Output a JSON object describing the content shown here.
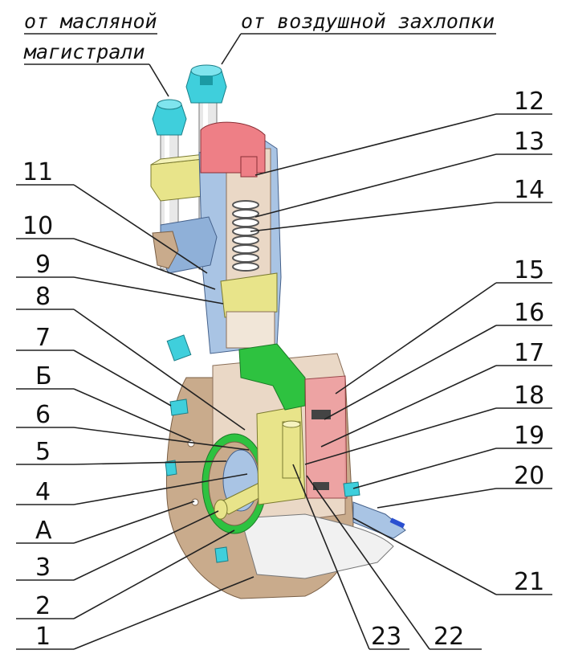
{
  "headers": {
    "oil_line_1": "от масляной",
    "oil_line_2": "магистрали",
    "air_flap": "от воздушной захлопки"
  },
  "labels": {
    "l12": "12",
    "l13": "13",
    "l14": "14",
    "l11": "11",
    "l10": "10",
    "l9": "9",
    "l8": "8",
    "l15": "15",
    "l7": "7",
    "l16": "16",
    "lB": "Б",
    "l17": "17",
    "l6": "6",
    "l18": "18",
    "l5": "5",
    "l19": "19",
    "l20": "20",
    "l4": "4",
    "lA": "А",
    "l3": "3",
    "l21": "21",
    "l2": "2",
    "l1": "1",
    "l23": "23",
    "l22": "22"
  },
  "colors": {
    "housing": "#c9ab8c",
    "cut_face": "#ead8c6",
    "blue_steel": "#a9c4e4",
    "yellow_steel": "#e8e48a",
    "green_part": "#2ec240",
    "red_part": "#ee7f86",
    "cyan_fitting": "#3fcfdc",
    "leader": "#222222"
  }
}
